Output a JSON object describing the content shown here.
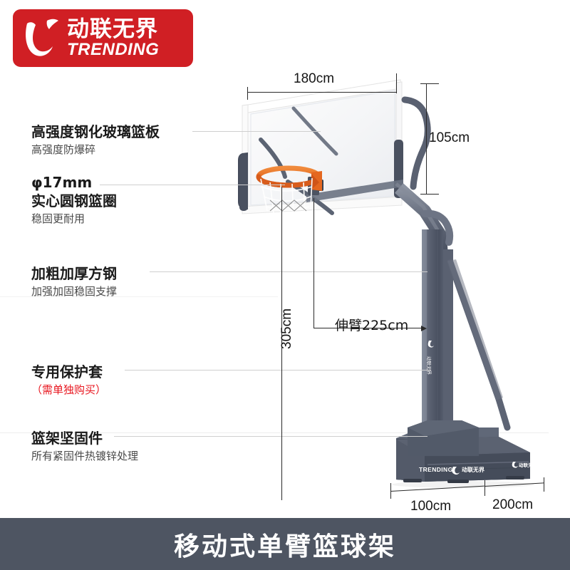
{
  "brand": {
    "logo_cn": "动联无界",
    "logo_en": "TRENDING",
    "logo_color": "#d01f24",
    "mark_icon": "swoosh-icon"
  },
  "features": [
    {
      "title": "高强度钢化玻璃篮板",
      "title2": "",
      "sub": "高强度防爆碎",
      "sub_color": "#4a4a4a"
    },
    {
      "title": "φ17mm",
      "title2": "实心圆钢篮圈",
      "sub": "稳固更耐用",
      "sub_color": "#4a4a4a"
    },
    {
      "title": "加粗加厚方钢",
      "title2": "",
      "sub": "加强加固稳固支撑",
      "sub_color": "#4a4a4a"
    },
    {
      "title": "专用保护套",
      "title2": "",
      "sub": "（需单独购买）",
      "sub_color": "#e8161f"
    },
    {
      "title": "篮架坚固件",
      "title2": "",
      "sub": "所有紧固件热镀锌处理",
      "sub_color": "#4a4a4a"
    }
  ],
  "dimensions": {
    "backboard_width": "180cm",
    "backboard_height": "105cm",
    "rim_height": "305cm",
    "extension": "伸臂225cm",
    "base_depth": "100cm",
    "base_length": "200cm"
  },
  "base_logo": {
    "en": "TRENDING",
    "cn": "动联无界"
  },
  "banner": {
    "title": "移动式单臂篮球架",
    "background": "#4e5562",
    "text_color": "#ffffff"
  },
  "colors": {
    "brand_red": "#d01f24",
    "frame_gray": "#4a5160",
    "pole_gray": "#646c7c",
    "rim_orange": "#e8732a",
    "banner_slate": "#4e5562",
    "leader_line": "#cfcfcf",
    "dimension_line": "#2a2a2a"
  }
}
